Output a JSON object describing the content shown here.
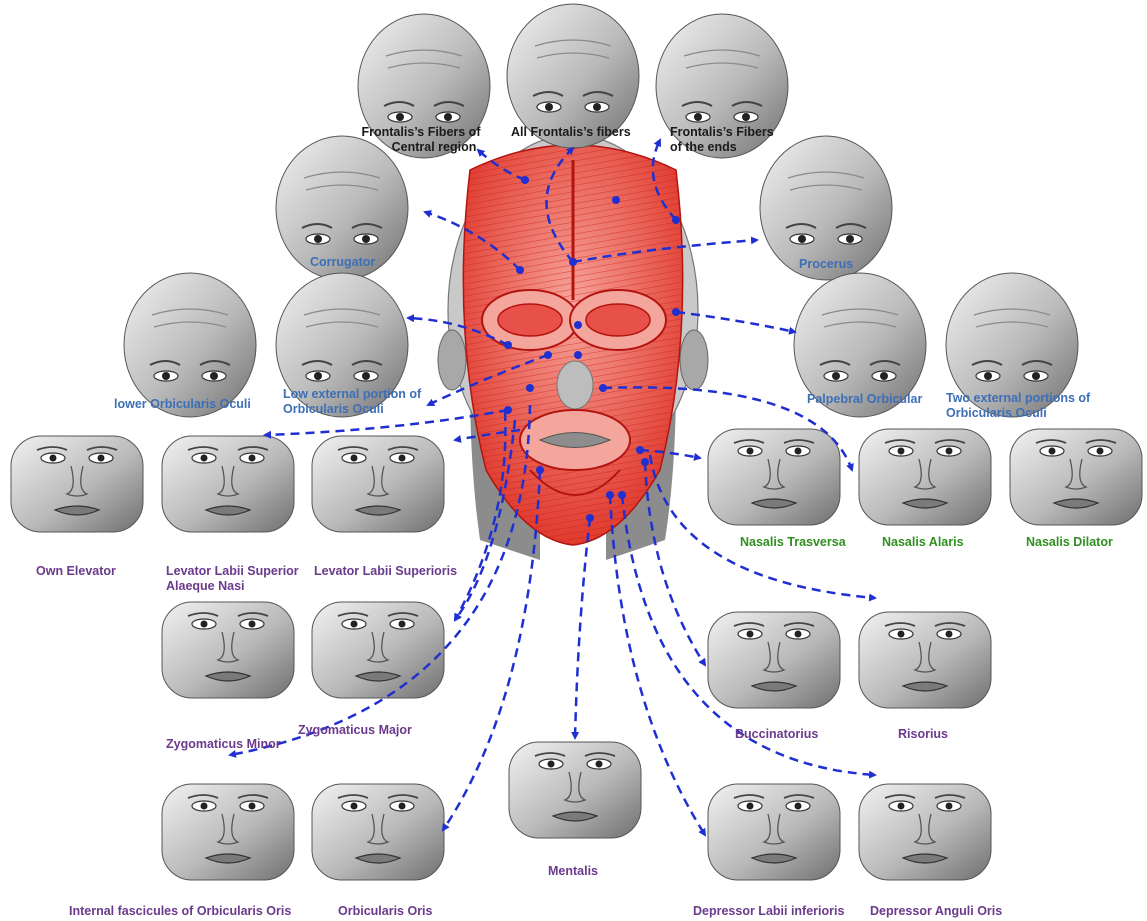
{
  "colors": {
    "frontalis_group": "#1a1a1a",
    "eye_group": "#3d6fb6",
    "nasal_group": "#2f8f1f",
    "mouth_group": "#6b3a8c",
    "connector": "#1f2fd1",
    "muscle": "#e8322b"
  },
  "labels": {
    "frontalis_central_1": "Frontalis’s Fibers of",
    "frontalis_central_2": "Central region",
    "frontalis_all": "All Frontalis’s fibers",
    "frontalis_ends_1": "Frontalis’s Fibers",
    "frontalis_ends_2": "of the ends",
    "corrugator": "Corrugator",
    "procerus": "Procerus",
    "lower_orbicularis": "lower Orbicularis Oculi",
    "low_external_1": "Low external portion of",
    "low_external_2": "Orbicularis Oculi",
    "palpebral": "Palpebral Orbicular",
    "two_external_1": "Two external portions of",
    "two_external_2": "Orbicularis Oculi",
    "own_elevator": "Own Elevator",
    "levator_alaeque_1": "Levator Labii Superior",
    "levator_alaeque_2": "Alaeque Nasi",
    "levator_superioris": "Levator Labii Superioris",
    "nasalis_trasversa": "Nasalis Trasversa",
    "nasalis_alaris": "Nasalis Alaris",
    "nasalis_dilator": "Nasalis Dilator",
    "zygomaticus_minor": "Zygomaticus Minor",
    "zygomaticus_major": "Zygomaticus Major",
    "buccinatorius": "Buccinatorius",
    "risorius": "Risorius",
    "mentalis": "Mentalis",
    "internal_fascicules": "Internal fascicules of Orbicularis Oris",
    "orbicularis_oris": "Orbicularis Oris",
    "depressor_labii": "Depressor Labii inferioris",
    "depressor_anguli": "Depressor Anguli Oris"
  }
}
